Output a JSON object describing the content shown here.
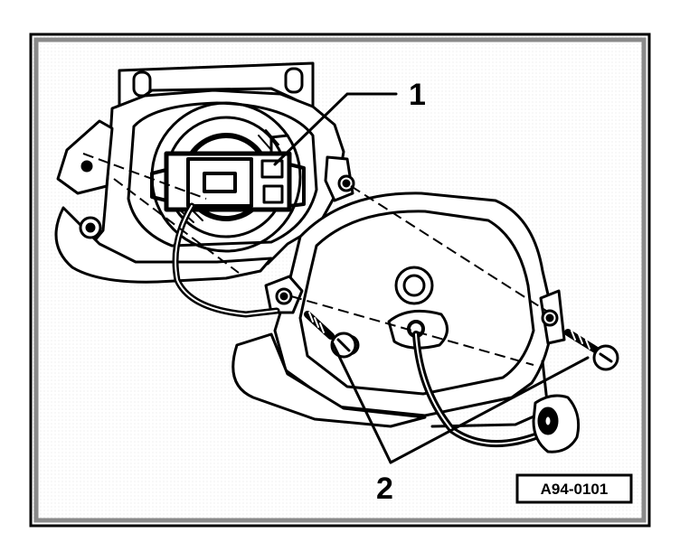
{
  "callouts": {
    "label_1": "1",
    "label_2": "2"
  },
  "figure": {
    "reference_code": "A94-0101"
  },
  "colors": {
    "ink": "#000000",
    "paper": "#ffffff",
    "frame_gray": "#8a8a8a"
  }
}
